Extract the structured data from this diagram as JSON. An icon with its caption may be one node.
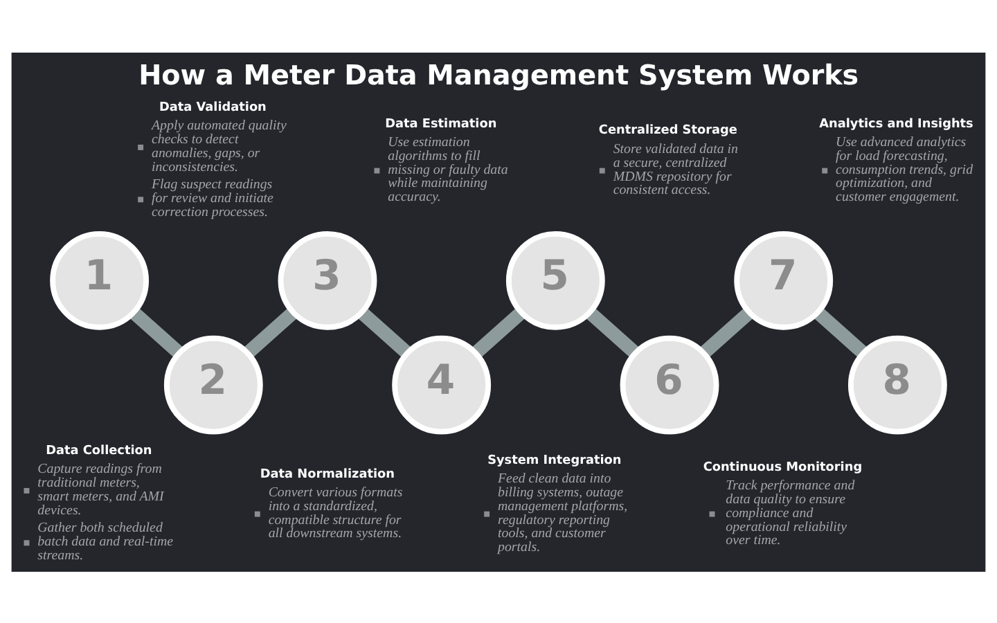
{
  "diagram": {
    "title": "How a Meter Data Management System Works",
    "nodes": [
      {
        "text": [
          "1"
        ],
        "beside": [
          "Data Collection",
          "Capture readings from traditional meters, smart meters, and AMI devices.",
          "Gather both scheduled batch data and real-time streams."
        ]
      },
      {
        "text": [
          "2"
        ],
        "beside": [
          "Data Validation",
          "Apply automated quality checks to detect anomalies, gaps, or inconsistencies.",
          "Flag suspect readings for review and initiate correction processes."
        ]
      },
      {
        "text": [
          "3"
        ],
        "beside": [
          "Data Normalization",
          "Convert various formats into a standardized, compatible structure for all downstream systems."
        ]
      },
      {
        "text": [
          "4"
        ],
        "beside": [
          "Data Estimation",
          "Use estimation algorithms to fill missing or faulty data while maintaining accuracy."
        ]
      },
      {
        "text": [
          "5"
        ],
        "beside": [
          "System Integration",
          "Feed clean data into billing systems, outage management platforms, regulatory reporting tools, and customer portals."
        ]
      },
      {
        "text": [
          "6"
        ],
        "beside": [
          "Centralized Storage",
          "Store validated data in a secure, centralized MDMS repository for consistent access."
        ]
      },
      {
        "text": [
          "7"
        ],
        "beside": [
          "Continuous Monitoring",
          "Track performance and data quality to ensure compliance and operational reliability over time."
        ]
      },
      {
        "text": [
          "8"
        ],
        "beside": [
          "Analytics and Insights",
          "Use advanced analytics for load forecasting, consumption trends, grid optimization, and customer engagement."
        ]
      }
    ],
    "edges": [
      {
        "from": 0,
        "to": 1,
        "arrow": "none"
      },
      {
        "from": 1,
        "to": 2,
        "arrow": "none"
      },
      {
        "from": 2,
        "to": 3,
        "arrow": "none"
      },
      {
        "from": 3,
        "to": 4,
        "arrow": "none"
      },
      {
        "from": 4,
        "to": 5,
        "arrow": "none"
      },
      {
        "from": 5,
        "to": 6,
        "arrow": "none"
      },
      {
        "from": 6,
        "to": 7,
        "arrow": "none"
      }
    ]
  }
}
